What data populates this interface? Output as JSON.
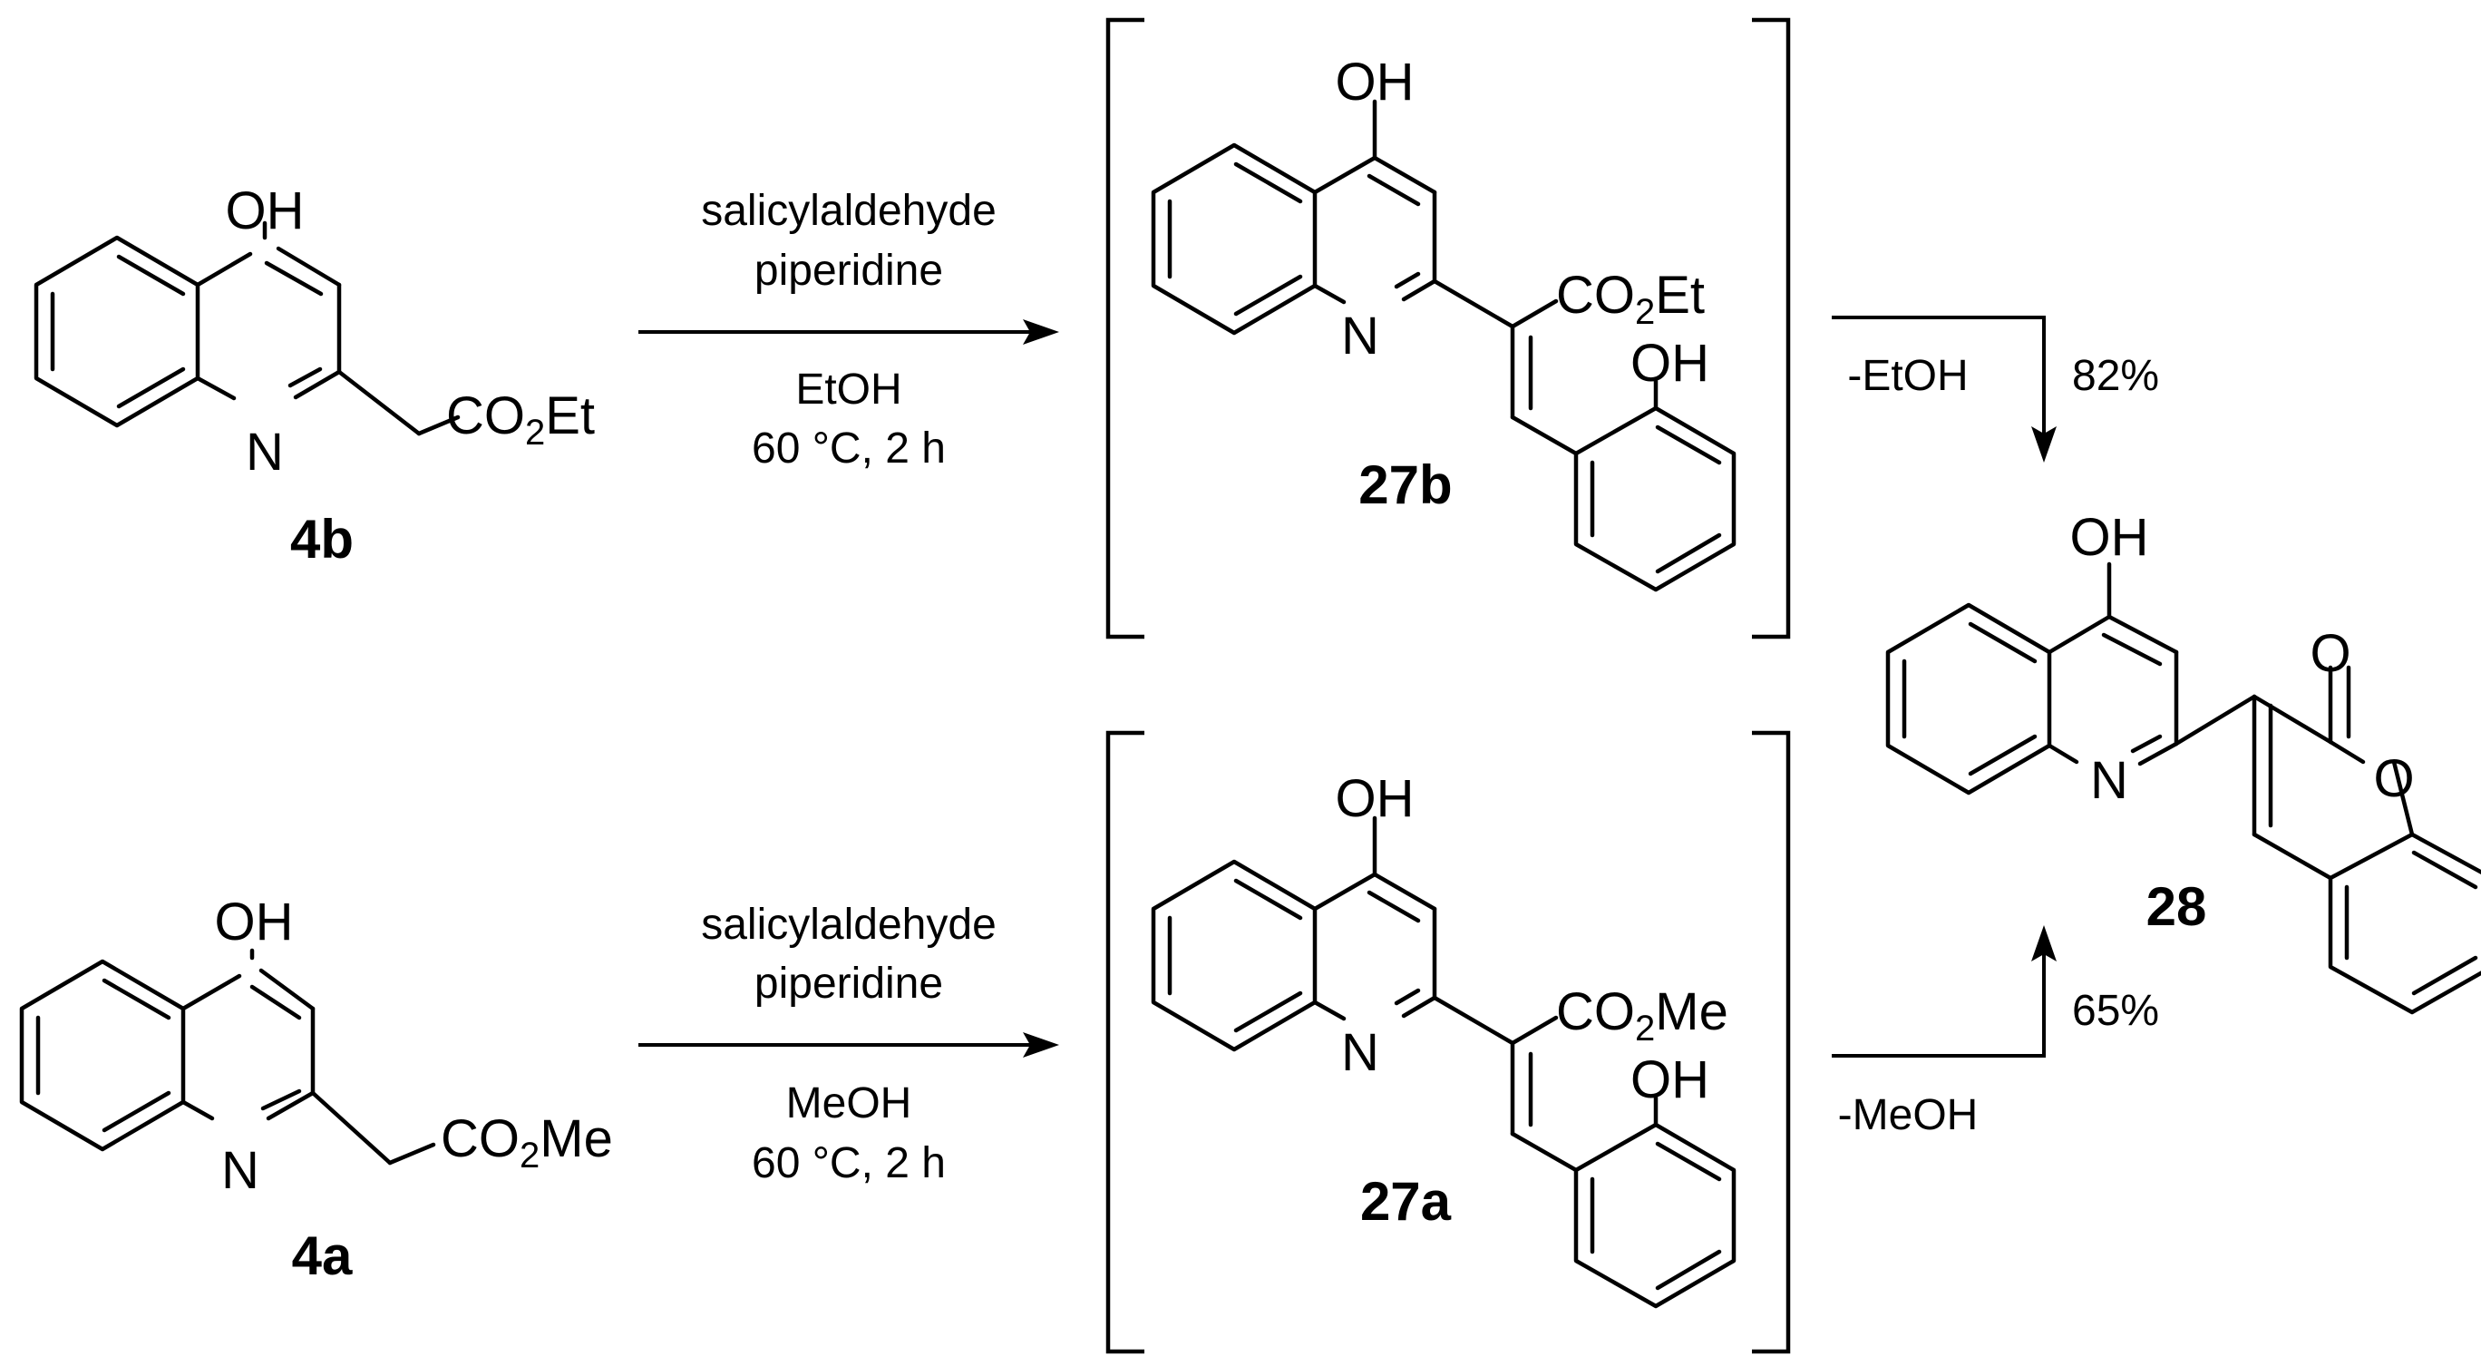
{
  "compounds": {
    "c4b": {
      "label": "4b",
      "oh": "OH",
      "n": "N",
      "ester": "CO",
      "ester_sub": "2",
      "ester_tail": "Et"
    },
    "c4a": {
      "label": "4a",
      "oh": "OH",
      "n": "N",
      "ester": "CO",
      "ester_sub": "2",
      "ester_tail": "Me"
    },
    "c27b": {
      "label": "27b",
      "oh": "OH",
      "n": "N",
      "ester": "CO",
      "ester_sub": "2",
      "ester_tail": "Et",
      "phenol": "OH"
    },
    "c27a": {
      "label": "27a",
      "oh": "OH",
      "n": "N",
      "ester": "CO",
      "ester_sub": "2",
      "ester_tail": "Me",
      "phenol": "OH"
    },
    "c28": {
      "label": "28",
      "oh": "OH",
      "n": "N",
      "carbonyl_o": "O",
      "ring_o": "O"
    }
  },
  "reactions": {
    "top": {
      "reagent1": "salicylaldehyde",
      "reagent2": "piperidine",
      "solvent": "EtOH",
      "conditions": "60 °C, 2 h"
    },
    "bottom": {
      "reagent1": "salicylaldehyde",
      "reagent2": "piperidine",
      "solvent": "MeOH",
      "conditions": "60 °C, 2 h"
    },
    "cyclize_top": {
      "loss": "-EtOH",
      "yield": "82%"
    },
    "cyclize_bottom": {
      "loss": "-MeOH",
      "yield": "65%"
    }
  }
}
